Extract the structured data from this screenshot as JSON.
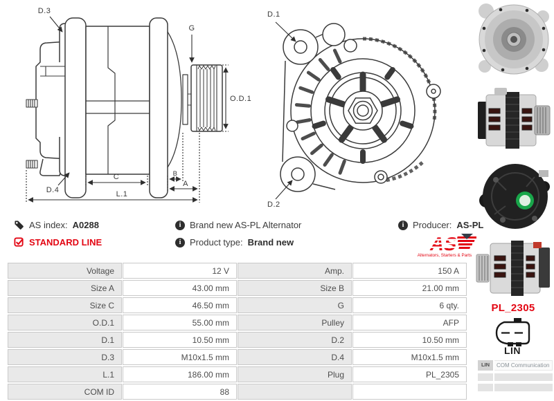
{
  "colors": {
    "accent_red": "#e30613",
    "table_label_bg": "#e9e9e9",
    "table_border": "#c9c9c9",
    "text": "#3d3d3d"
  },
  "side_diagram": {
    "d3": "D.3",
    "g": "G",
    "od1": "O.D.1",
    "d4": "D.4",
    "c": "C",
    "b": "B",
    "a": "A",
    "l1": "L.1"
  },
  "front_diagram": {
    "d1": "D.1",
    "d2": "D.2"
  },
  "info": {
    "as_index_label": "AS index:",
    "as_index_value": "A0288",
    "standard_line": "STANDARD LINE",
    "brand_new": "Brand new AS-PL Alternator",
    "product_type_label": "Product type:",
    "product_type_value": "Brand new",
    "producer_label": "Producer:",
    "producer_value": "AS-PL",
    "logo_text": "AS",
    "logo_tagline": "Alternators, Starters & Parts"
  },
  "plug": {
    "code": "PL_2305",
    "type": "LIN"
  },
  "com_box": {
    "header_left": "LIN",
    "header_right": "COM Communication"
  },
  "spec_table": {
    "rows": [
      {
        "l1": "Voltage",
        "v1": "12 V",
        "l2": "Amp.",
        "v2": "150 A"
      },
      {
        "l1": "Size A",
        "v1": "43.00 mm",
        "l2": "Size B",
        "v2": "21.00 mm"
      },
      {
        "l1": "Size C",
        "v1": "46.50 mm",
        "l2": "G",
        "v2": "6 qty."
      },
      {
        "l1": "O.D.1",
        "v1": "55.00 mm",
        "l2": "Pulley",
        "v2": "AFP"
      },
      {
        "l1": "D.1",
        "v1": "10.50 mm",
        "l2": "D.2",
        "v2": "10.50 mm"
      },
      {
        "l1": "D.3",
        "v1": "M10x1.5 mm",
        "l2": "D.4",
        "v2": "M10x1.5 mm"
      },
      {
        "l1": "L.1",
        "v1": "186.00 mm",
        "l2": "Plug",
        "v2": "PL_2305"
      },
      {
        "l1": "COM ID",
        "v1": "88",
        "l2": "",
        "v2": ""
      }
    ]
  }
}
